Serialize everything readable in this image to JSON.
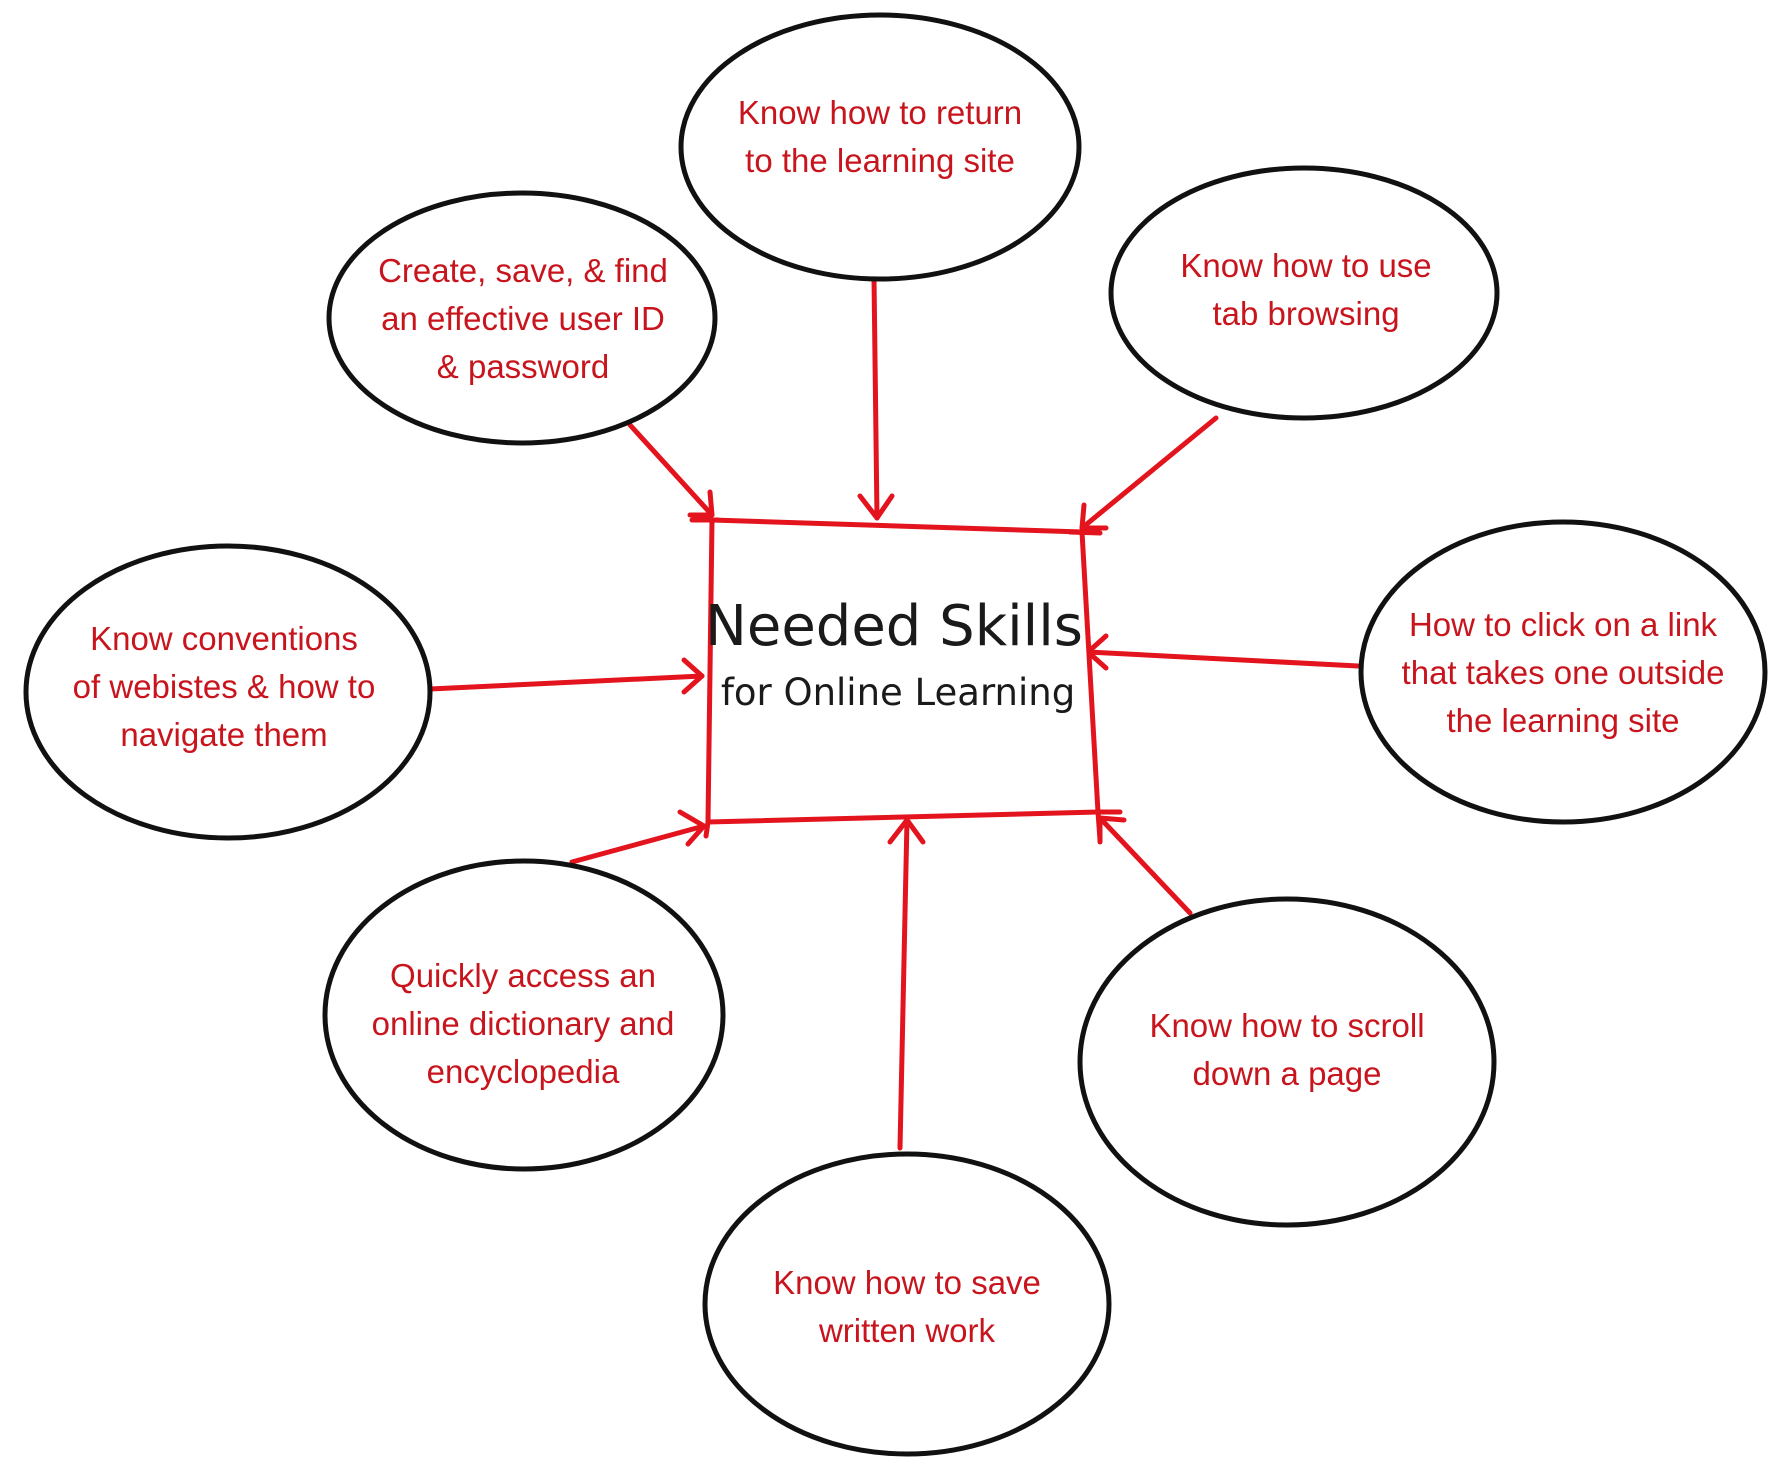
{
  "center": {
    "title": "Needed Skills",
    "subtitle": "for Online Learning"
  },
  "nodes": [
    {
      "id": "return-site",
      "lines": [
        "Know how to return",
        "to the learning site"
      ]
    },
    {
      "id": "user-id",
      "lines": [
        "Create, save, & find",
        "an effective user ID",
        "& password"
      ]
    },
    {
      "id": "tab-browsing",
      "lines": [
        "Know how to use",
        "tab browsing"
      ]
    },
    {
      "id": "conventions",
      "lines": [
        "Know conventions",
        "of webistes & how to",
        "navigate them"
      ]
    },
    {
      "id": "outside-link",
      "lines": [
        "How to click on a link",
        "that takes one outside",
        "the learning site"
      ]
    },
    {
      "id": "dictionary",
      "lines": [
        "Quickly access an",
        "online dictionary and",
        "encyclopedia"
      ]
    },
    {
      "id": "scroll",
      "lines": [
        "Know how to scroll",
        "down a page"
      ]
    },
    {
      "id": "save-work",
      "lines": [
        "Know how to save",
        "written work"
      ]
    }
  ],
  "colors": {
    "arrow": "#e3141d",
    "node_text": "#c8151d",
    "ellipse_stroke": "#111111",
    "title_text": "#1a1a1a"
  }
}
